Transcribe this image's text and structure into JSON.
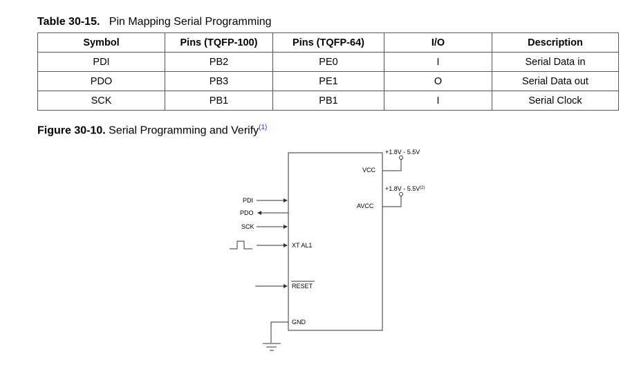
{
  "table": {
    "caption_num": "Table 30-15.",
    "caption_text": "Pin Mapping Serial Programming",
    "headers": [
      "Symbol",
      "Pins (TQFP-100)",
      "Pins (TQFP-64)",
      "I/O",
      "Description"
    ],
    "rows": [
      [
        "PDI",
        "PB2",
        "PE0",
        "I",
        "Serial Data in"
      ],
      [
        "PDO",
        "PB3",
        "PE1",
        "O",
        "Serial Data out"
      ],
      [
        "SCK",
        "PB1",
        "PB1",
        "I",
        "Serial Clock"
      ]
    ]
  },
  "figure": {
    "caption_num": "Figure 30-10.",
    "caption_text": "Serial Programming and Verify",
    "note_ref": "(1)",
    "pins": {
      "vcc": "VCC",
      "avcc": "AVCC",
      "pdi": "PDI",
      "pdo": "PDO",
      "sck": "SCK",
      "xtal1": "XT AL1",
      "reset": "RESET",
      "gnd": "GND"
    },
    "vcc_supply": "+1.8V - 5.5V",
    "avcc_supply": "+1.8V - 5.5V",
    "avcc_note": "(2)"
  }
}
